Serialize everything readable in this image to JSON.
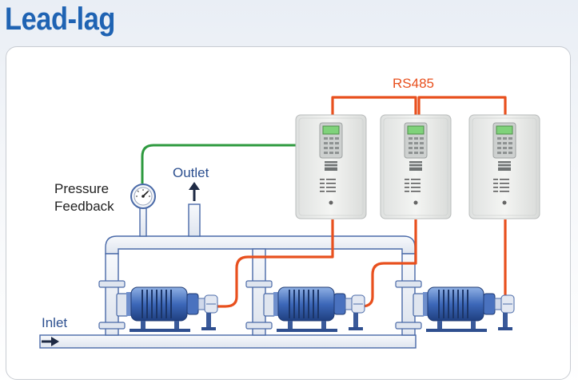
{
  "title": "Lead-lag",
  "labels": {
    "rs485": "RS485",
    "outlet": "Outlet",
    "pressure_line1": "Pressure",
    "pressure_line2": "Feedback",
    "inlet": "Inlet"
  },
  "colors": {
    "title": "#1f63b3",
    "comm_wire": "#e8501e",
    "feedback_wire": "#2e9a3f",
    "pipe_fill": "#eef2f8",
    "pipe_stroke": "#4a6aa8",
    "motor": "#3c66b8",
    "label_text": "#222222",
    "outlet_text": "#2c4f8f"
  },
  "diagram": {
    "drives": [
      "drive-1",
      "drive-2",
      "drive-3"
    ],
    "pumps": [
      "pump-1",
      "pump-2",
      "pump-3"
    ]
  }
}
